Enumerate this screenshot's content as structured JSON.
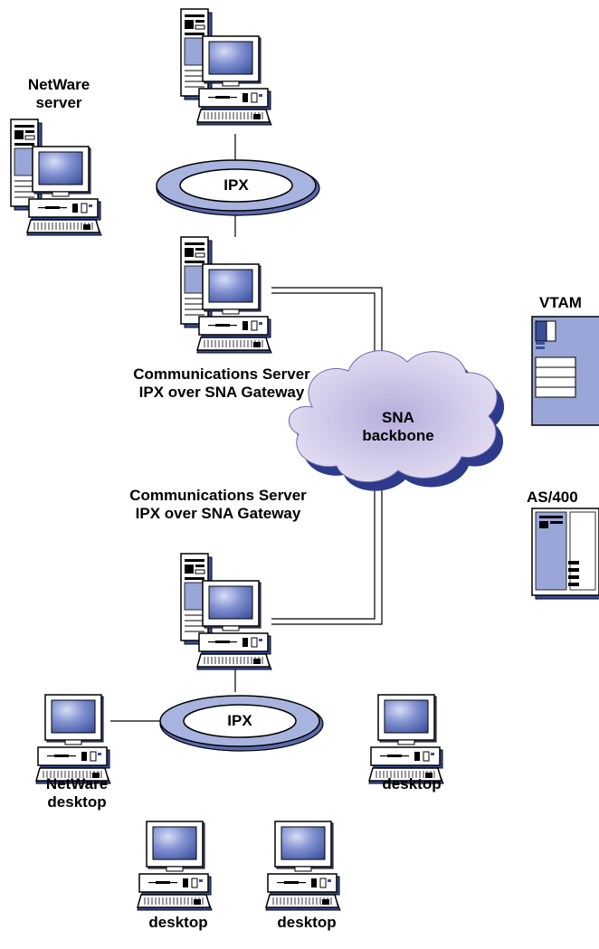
{
  "diagram": {
    "netware_server_label": [
      "NetWare",
      "server"
    ],
    "ipx_top_label": "IPX",
    "gateway_top_label": [
      "Communications Server",
      "IPX over SNA Gateway"
    ],
    "gateway_bottom_label": [
      "Communications Server",
      "IPX over SNA Gateway"
    ],
    "sna_cloud_label": [
      "SNA",
      "backbone"
    ],
    "vtam_label": "VTAM",
    "as400_label": "AS/400",
    "ipx_bottom_label": "IPX",
    "netware_desktop_label": [
      "NetWare",
      "desktop"
    ],
    "desktop_right_label": "desktop",
    "desktop_bottom_left_label": "desktop",
    "desktop_bottom_right_label": "desktop"
  },
  "colors": {
    "screen_blue": "#3a4f9a",
    "body_blue": "#9aa6d8",
    "ring_fill": "#a9b3df",
    "cloud_fill": "#cfc7e8",
    "cloud_shadow": "#2e3b8c",
    "outline": "#000000"
  }
}
